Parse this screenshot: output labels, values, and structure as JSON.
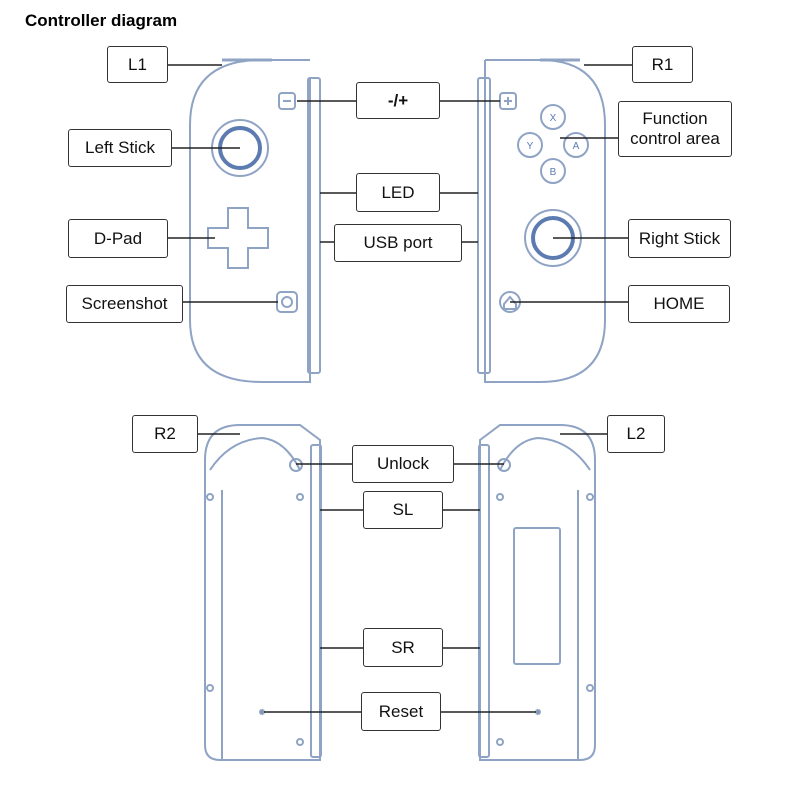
{
  "title": "Controller diagram",
  "labels": {
    "l1": "L1",
    "r1": "R1",
    "minus_plus": "-/+",
    "left_stick": "Left Stick",
    "function_area": "Function\ncontrol area",
    "led": "LED",
    "d_pad": "D-Pad",
    "usb_port": "USB port",
    "right_stick": "Right Stick",
    "screenshot": "Screenshot",
    "home": "HOME",
    "r2": "R2",
    "l2": "L2",
    "unlock": "Unlock",
    "sl": "SL",
    "sr": "SR",
    "reset": "Reset"
  },
  "buttons": {
    "x": "X",
    "y": "Y",
    "a": "A",
    "b": "B"
  },
  "colors": {
    "outline": "#8fa3c4",
    "leader": "#222222",
    "label_border": "#333333"
  }
}
